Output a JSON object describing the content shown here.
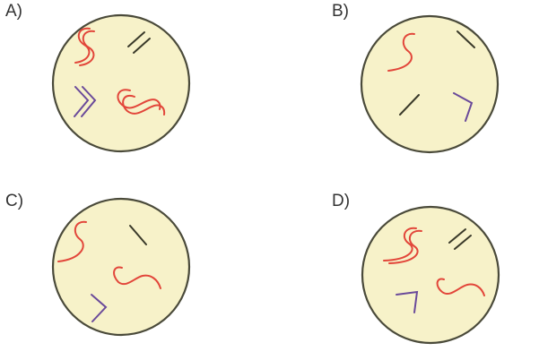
{
  "panels": [
    {
      "label": "A)"
    },
    {
      "label": "B)"
    },
    {
      "label": "C)"
    },
    {
      "label": "D)"
    }
  ],
  "colors": {
    "cell_fill": "#f7f2c9",
    "cell_stroke": "#4a4a3a",
    "red_chromosome": "#e2463a",
    "dark_chromosome": "#3a3a2a",
    "purple_chromosome": "#6a4a9a"
  }
}
